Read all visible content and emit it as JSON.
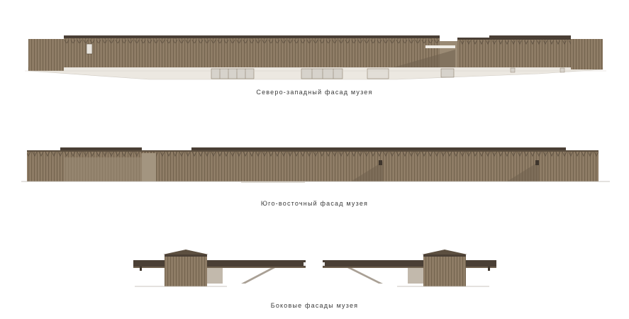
{
  "captions": {
    "northwest": "Северо-западный фасад музея",
    "southeast": "Юго-восточный фасад музея",
    "sides": "Боковые фасады музея"
  },
  "colors": {
    "wood": "#8a7862",
    "wood_dark": "#6f604e",
    "roof": "#4a3f35",
    "plinth": "#ece8e1",
    "ground": "#cfcac2",
    "glass": "#d7d3cc",
    "shadow": "#7d6d58"
  }
}
